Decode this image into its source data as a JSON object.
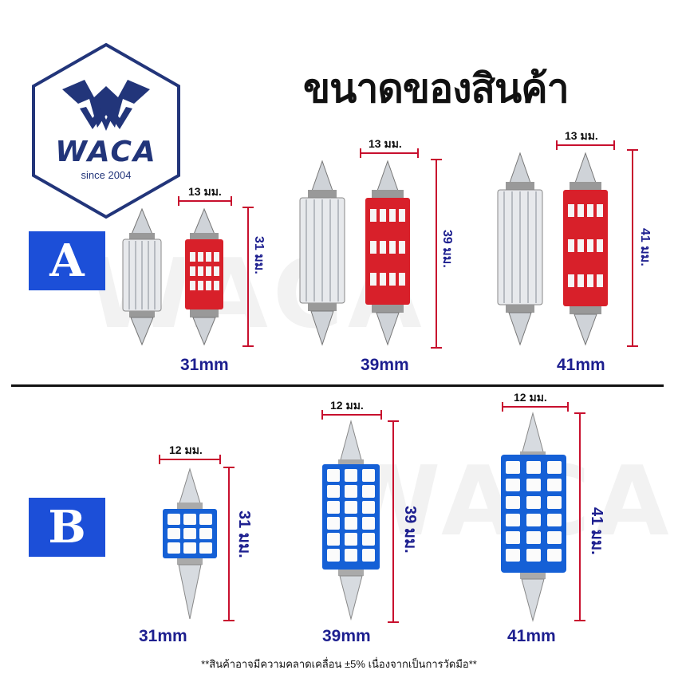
{
  "logo": {
    "brand": "WACA",
    "tagline": "since 2004",
    "color": "#22357a"
  },
  "title": "ขนาดของสินค้า",
  "sections": {
    "a": {
      "badge": "A",
      "items": [
        {
          "width_label": "13 มม.",
          "height_label": "31 มม.",
          "size": "31mm"
        },
        {
          "width_label": "13 มม.",
          "height_label": "39 มม.",
          "size": "39mm"
        },
        {
          "width_label": "13 มม.",
          "height_label": "41 มม.",
          "size": "41mm"
        }
      ]
    },
    "b": {
      "badge": "B",
      "items": [
        {
          "width_label": "12 มม.",
          "height_label": "31 มม.",
          "size": "31mm"
        },
        {
          "width_label": "12 มม.",
          "height_label": "39 มม.",
          "size": "39mm"
        },
        {
          "width_label": "12 มม.",
          "height_label": "41 มม.",
          "size": "41mm"
        }
      ]
    }
  },
  "note": "**สินค้าอาจมีความคลาดเคลื่อน ±5% เนื่องจากเป็นการวัดมือ**",
  "colors": {
    "badge": "#1c4fd8",
    "size_text": "#1d1f8f",
    "dimension_line": "#c8102e",
    "led_red_board": "#d8202a",
    "led_blue_board": "#1560d6"
  }
}
